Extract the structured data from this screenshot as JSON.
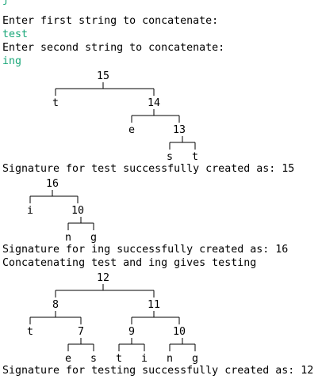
{
  "console": {
    "prev_input": "j",
    "prompt1": "Enter first string to concatenate:",
    "input1": "test",
    "prompt2": "Enter second string to concatenate:",
    "input2": "ing",
    "msg1": "Signature for test successfully created as: 15",
    "msg2": "Signature for ing successfully created as: 16",
    "msg3": "Concatenating test and ing gives testing",
    "msg4": "Signature for testing successfully created as: 12",
    "input_color": "#1aa779"
  },
  "trees": {
    "test": {
      "root": "15",
      "left": "t",
      "right": "14",
      "right_left": "e",
      "right_right": "13",
      "rr_left": "s",
      "rr_right": "t"
    },
    "ing": {
      "root": "16",
      "left": "i",
      "right": "10",
      "right_left": "n",
      "right_right": "g"
    },
    "testing": {
      "root": "12",
      "left": "8",
      "right": "11",
      "l_left": "t",
      "l_right": "7",
      "lr_left": "e",
      "lr_right": "s",
      "r_left": "9",
      "r_right": "10",
      "rl_left": "t",
      "rl_right": "i",
      "rr_left": "n",
      "rr_right": "g"
    }
  }
}
